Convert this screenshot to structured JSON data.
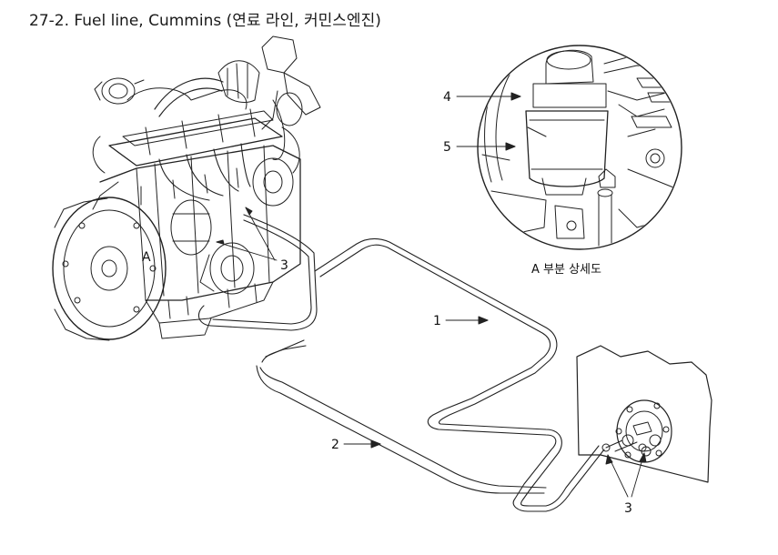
{
  "title": "27-2. Fuel line, Cummins (연료 라인, 커민스엔진)",
  "detail": {
    "caption": "A 부분 상세도"
  },
  "callouts": {
    "engine_area": "A",
    "engine_part": "3",
    "line_1": "1",
    "line_2": "2",
    "fitting_4": "4",
    "fitting_5": "5",
    "tank_fittings": "3"
  }
}
